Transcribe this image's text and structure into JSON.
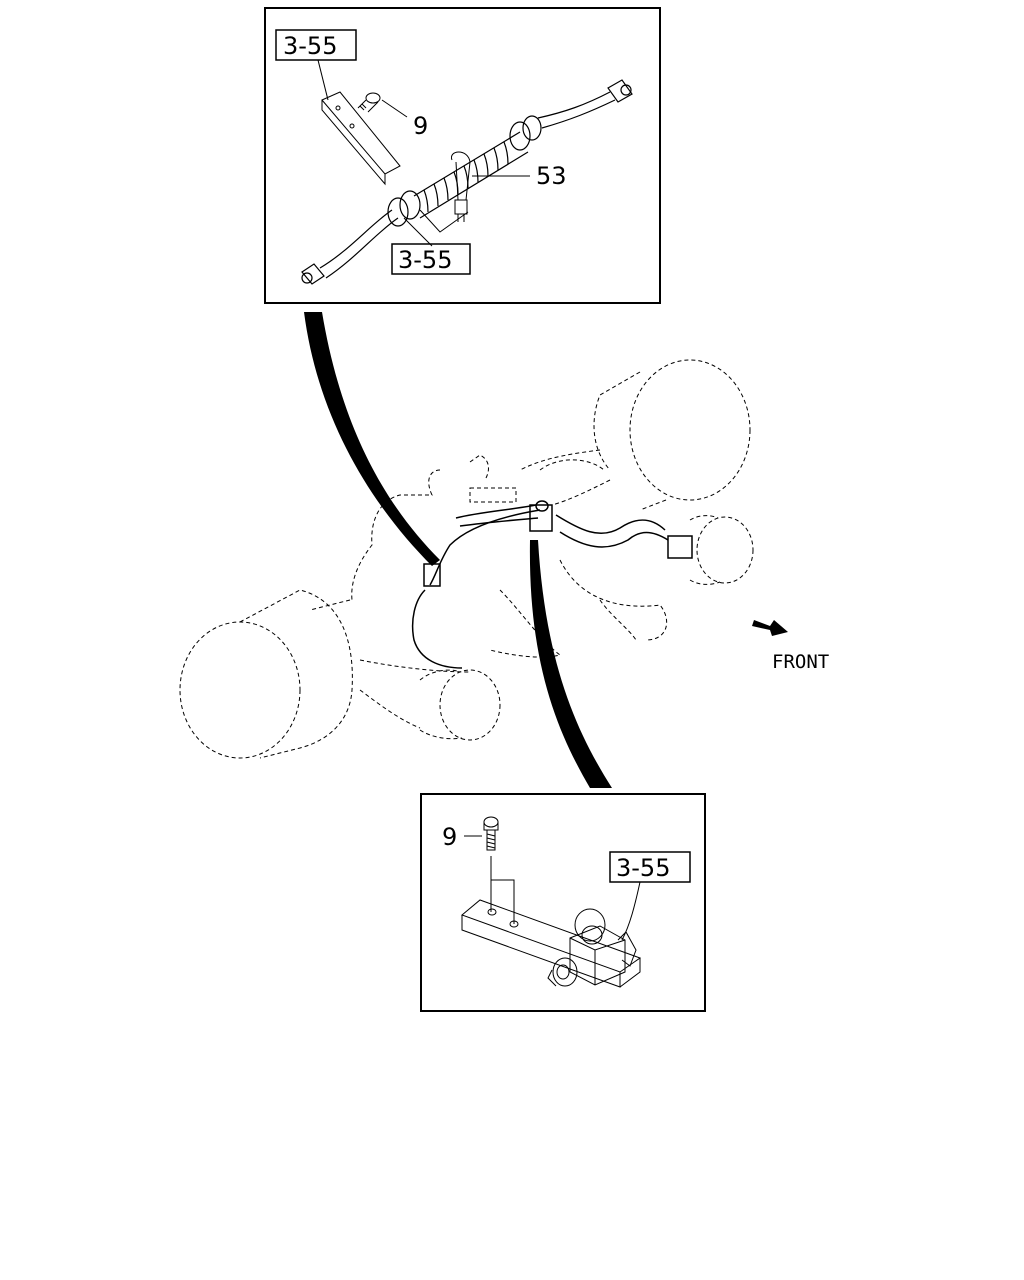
{
  "top_inset": {
    "ref_top": "3-55",
    "ref_bottom": "3-55",
    "callout_bolt": "9",
    "callout_harness": "53"
  },
  "bottom_inset": {
    "callout_bolt": "9",
    "ref": "3-55"
  },
  "main": {
    "direction_label": "FRONT"
  }
}
